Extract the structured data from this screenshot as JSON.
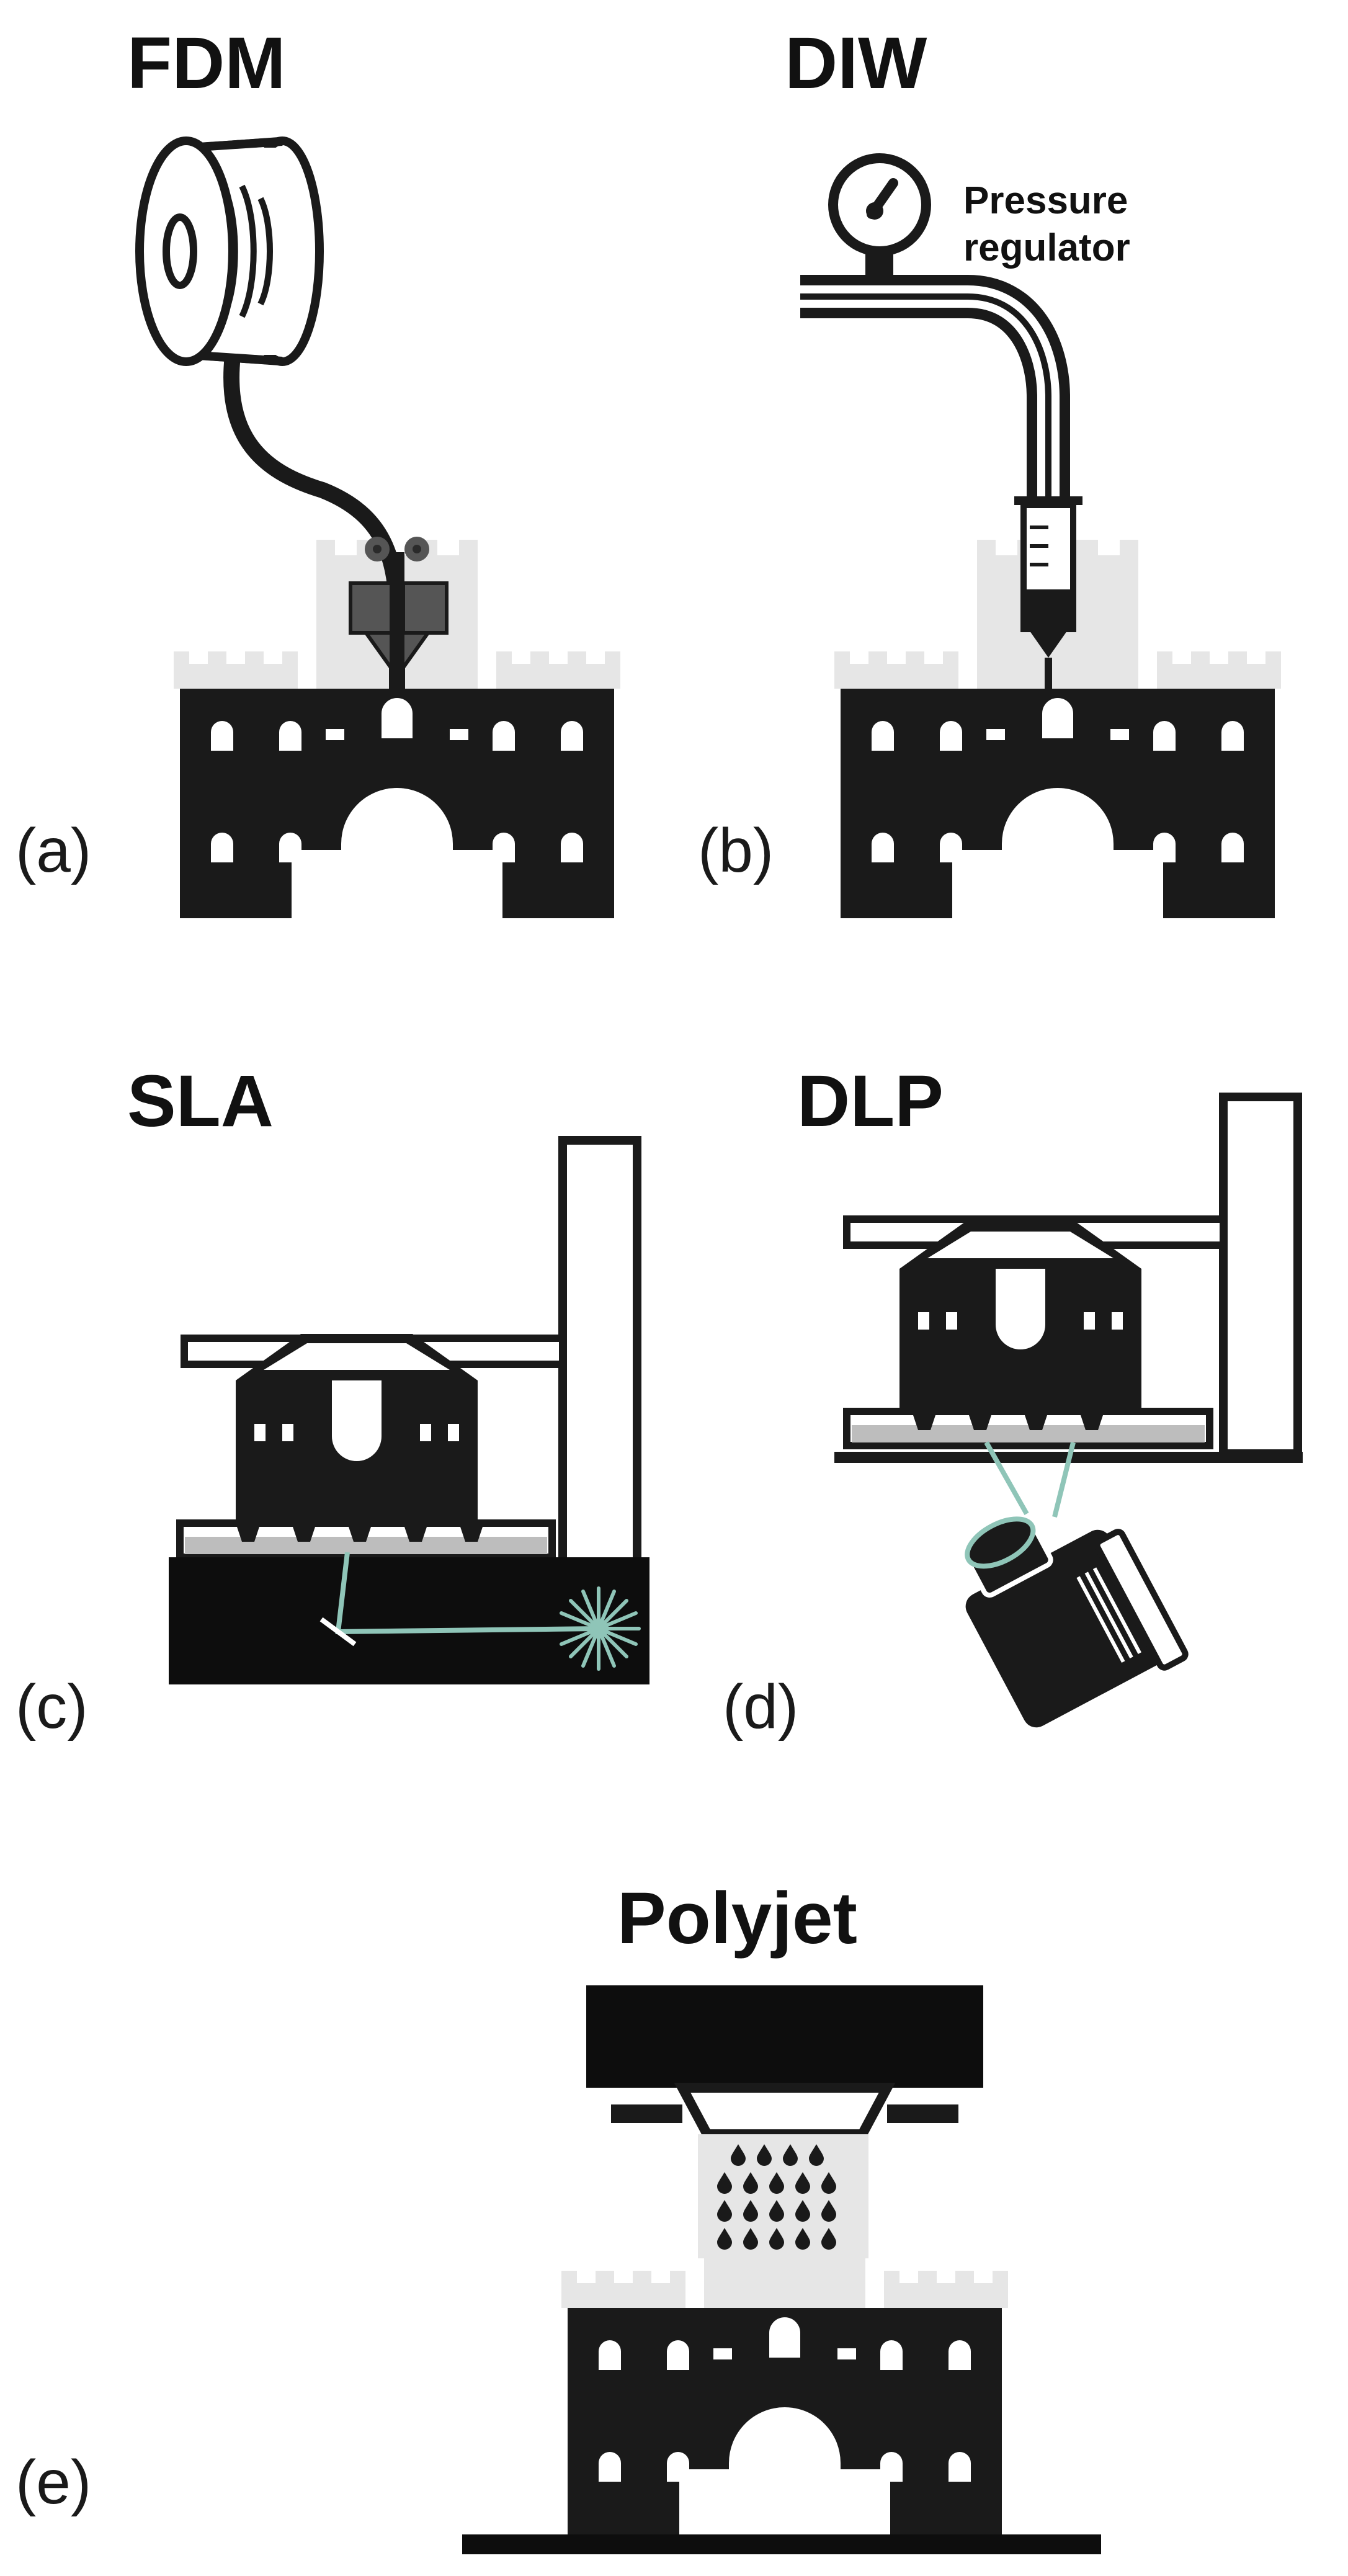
{
  "panels": [
    {
      "id": "a",
      "title": "FDM",
      "label": "(a)"
    },
    {
      "id": "b",
      "title": "DIW",
      "label": "(b)",
      "annotation_lines": [
        "Pressure",
        "regulator"
      ]
    },
    {
      "id": "c",
      "title": "SLA",
      "label": "(c)"
    },
    {
      "id": "d",
      "title": "DLP",
      "label": "(d)"
    },
    {
      "id": "e",
      "title": "Polyjet",
      "label": "(e)"
    }
  ],
  "colors": {
    "ink": "#1a1a1a",
    "ghost": "#e6e6e6",
    "laser": "#8fc5b8",
    "vat_gray": "#bdbdbd",
    "nozzle": "#555555"
  }
}
